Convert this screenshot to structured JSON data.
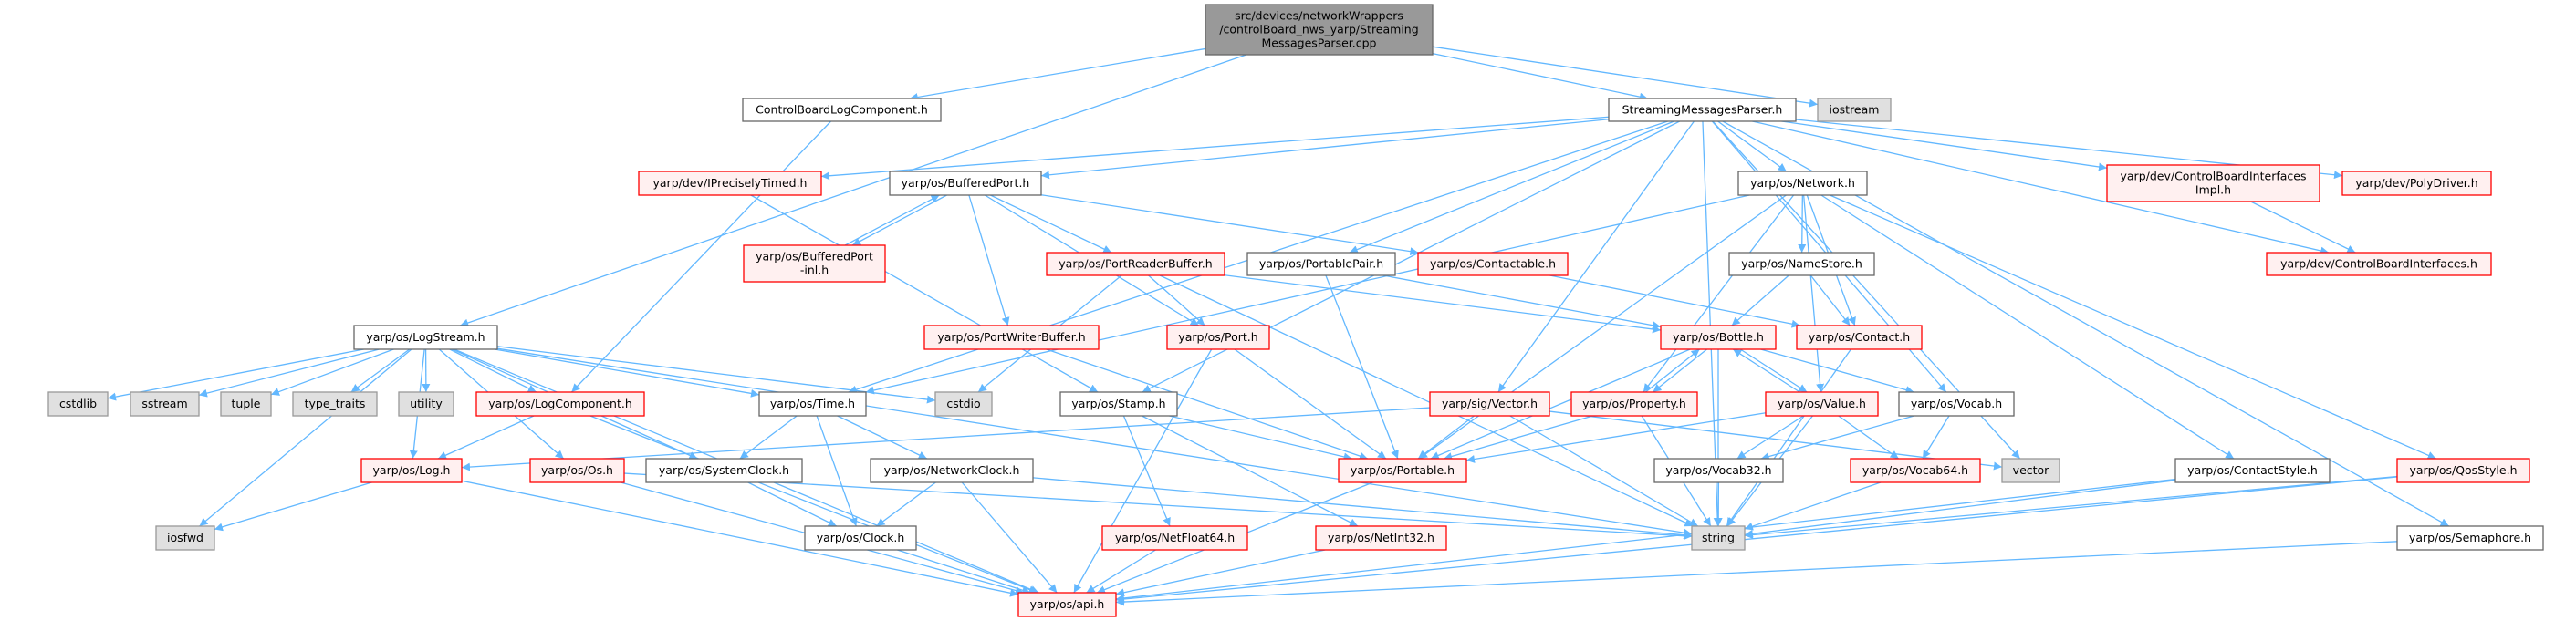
{
  "title": "src/devices/networkWrappers/controlBoard_nws_yarp/StreamingMessagesParser.cpp",
  "colors": {
    "edge": "#63B8FF",
    "root_fill": "#999999",
    "root_border": "#666666",
    "normal_fill": "#FFFFFF",
    "normal_border": "#666666",
    "red_fill": "#FFF0F0",
    "red_border": "#FF0000",
    "system_fill": "#E0E0E0",
    "system_border": "#999999"
  },
  "nodes": {
    "root": {
      "kind": "root",
      "lines": [
        "src/devices/networkWrappers",
        "/controlBoard_nws_yarp/Streaming",
        "MessagesParser.cpp"
      ]
    },
    "cblogcomp": {
      "kind": "normal",
      "lines": [
        "ControlBoardLogComponent.h"
      ]
    },
    "smp": {
      "kind": "normal",
      "lines": [
        "StreamingMessagesParser.h"
      ]
    },
    "iostream": {
      "kind": "system",
      "lines": [
        "iostream"
      ]
    },
    "iprecisely": {
      "kind": "red",
      "lines": [
        "yarp/dev/IPreciselyTimed.h"
      ]
    },
    "bufferedport": {
      "kind": "normal",
      "lines": [
        "yarp/os/BufferedPort.h"
      ]
    },
    "bufferedportinl": {
      "kind": "red",
      "lines": [
        "yarp/os/BufferedPort",
        "-inl.h"
      ]
    },
    "portreaderbuffer": {
      "kind": "red",
      "lines": [
        "yarp/os/PortReaderBuffer.h"
      ]
    },
    "portablepair": {
      "kind": "normal",
      "lines": [
        "yarp/os/PortablePair.h"
      ]
    },
    "contactable": {
      "kind": "red",
      "lines": [
        "yarp/os/Contactable.h"
      ]
    },
    "network": {
      "kind": "normal",
      "lines": [
        "yarp/os/Network.h"
      ]
    },
    "cbiimpl": {
      "kind": "red",
      "lines": [
        "yarp/dev/ControlBoardInterfaces",
        "Impl.h"
      ]
    },
    "polydriver": {
      "kind": "red",
      "lines": [
        "yarp/dev/PolyDriver.h"
      ]
    },
    "namestore": {
      "kind": "normal",
      "lines": [
        "yarp/os/NameStore.h"
      ]
    },
    "cbi": {
      "kind": "red",
      "lines": [
        "yarp/dev/ControlBoardInterfaces.h"
      ]
    },
    "logstream": {
      "kind": "normal",
      "lines": [
        "yarp/os/LogStream.h"
      ]
    },
    "cstdlib": {
      "kind": "system",
      "lines": [
        "cstdlib"
      ]
    },
    "sstream": {
      "kind": "system",
      "lines": [
        "sstream"
      ]
    },
    "tuple": {
      "kind": "system",
      "lines": [
        "tuple"
      ]
    },
    "type_traits": {
      "kind": "system",
      "lines": [
        "type_traits"
      ]
    },
    "utility": {
      "kind": "system",
      "lines": [
        "utility"
      ]
    },
    "logcomponent": {
      "kind": "red",
      "lines": [
        "yarp/os/LogComponent.h"
      ]
    },
    "portwriterbuffer": {
      "kind": "red",
      "lines": [
        "yarp/os/PortWriterBuffer.h"
      ]
    },
    "port": {
      "kind": "red",
      "lines": [
        "yarp/os/Port.h"
      ]
    },
    "bottle": {
      "kind": "red",
      "lines": [
        "yarp/os/Bottle.h"
      ]
    },
    "contact": {
      "kind": "red",
      "lines": [
        "yarp/os/Contact.h"
      ]
    },
    "time": {
      "kind": "normal",
      "lines": [
        "yarp/os/Time.h"
      ]
    },
    "cstdio": {
      "kind": "system",
      "lines": [
        "cstdio"
      ]
    },
    "stamp": {
      "kind": "normal",
      "lines": [
        "yarp/os/Stamp.h"
      ]
    },
    "sigvector": {
      "kind": "red",
      "lines": [
        "yarp/sig/Vector.h"
      ]
    },
    "property": {
      "kind": "red",
      "lines": [
        "yarp/os/Property.h"
      ]
    },
    "value": {
      "kind": "red",
      "lines": [
        "yarp/os/Value.h"
      ]
    },
    "vocab": {
      "kind": "normal",
      "lines": [
        "yarp/os/Vocab.h"
      ]
    },
    "log": {
      "kind": "red",
      "lines": [
        "yarp/os/Log.h"
      ]
    },
    "os": {
      "kind": "red",
      "lines": [
        "yarp/os/Os.h"
      ]
    },
    "systemclock": {
      "kind": "normal",
      "lines": [
        "yarp/os/SystemClock.h"
      ]
    },
    "networkclock": {
      "kind": "normal",
      "lines": [
        "yarp/os/NetworkClock.h"
      ]
    },
    "portable": {
      "kind": "red",
      "lines": [
        "yarp/os/Portable.h"
      ]
    },
    "vocab32": {
      "kind": "normal",
      "lines": [
        "yarp/os/Vocab32.h"
      ]
    },
    "vocab64": {
      "kind": "red",
      "lines": [
        "yarp/os/Vocab64.h"
      ]
    },
    "vector": {
      "kind": "system",
      "lines": [
        "vector"
      ]
    },
    "contactstyle": {
      "kind": "normal",
      "lines": [
        "yarp/os/ContactStyle.h"
      ]
    },
    "qosstyle": {
      "kind": "red",
      "lines": [
        "yarp/os/QosStyle.h"
      ]
    },
    "iosfwd": {
      "kind": "system",
      "lines": [
        "iosfwd"
      ]
    },
    "clock": {
      "kind": "normal",
      "lines": [
        "yarp/os/Clock.h"
      ]
    },
    "netfloat64": {
      "kind": "red",
      "lines": [
        "yarp/os/NetFloat64.h"
      ]
    },
    "netint32": {
      "kind": "red",
      "lines": [
        "yarp/os/NetInt32.h"
      ]
    },
    "string": {
      "kind": "system",
      "lines": [
        "string"
      ]
    },
    "semaphore": {
      "kind": "normal",
      "lines": [
        "yarp/os/Semaphore.h"
      ]
    },
    "api": {
      "kind": "red",
      "lines": [
        "yarp/os/api.h"
      ]
    }
  },
  "edges": [
    [
      "root",
      "cblogcomp"
    ],
    [
      "root",
      "smp"
    ],
    [
      "root",
      "iostream"
    ],
    [
      "root",
      "logstream"
    ],
    [
      "cblogcomp",
      "logcomponent"
    ],
    [
      "smp",
      "iprecisely"
    ],
    [
      "smp",
      "bufferedport"
    ],
    [
      "smp",
      "time"
    ],
    [
      "smp",
      "stamp"
    ],
    [
      "smp",
      "portablepair"
    ],
    [
      "smp",
      "network"
    ],
    [
      "smp",
      "sigvector"
    ],
    [
      "smp",
      "vocab"
    ],
    [
      "smp",
      "cbiimpl"
    ],
    [
      "smp",
      "cbi"
    ],
    [
      "smp",
      "polydriver"
    ],
    [
      "smp",
      "vector"
    ],
    [
      "smp",
      "string"
    ],
    [
      "smp",
      "semaphore"
    ],
    [
      "iprecisely",
      "stamp"
    ],
    [
      "bufferedport",
      "bufferedportinl"
    ],
    [
      "bufferedportinl",
      "bufferedport"
    ],
    [
      "bufferedport",
      "portreaderbuffer"
    ],
    [
      "bufferedport",
      "portwriterbuffer"
    ],
    [
      "bufferedport",
      "port"
    ],
    [
      "bufferedport",
      "contactable"
    ],
    [
      "portreaderbuffer",
      "port"
    ],
    [
      "portreaderbuffer",
      "bottle"
    ],
    [
      "portreaderbuffer",
      "cstdio"
    ],
    [
      "portreaderbuffer",
      "string"
    ],
    [
      "portwriterbuffer",
      "portable"
    ],
    [
      "contactable",
      "contact"
    ],
    [
      "portablepair",
      "portable"
    ],
    [
      "portablepair",
      "bottle"
    ],
    [
      "network",
      "time"
    ],
    [
      "network",
      "namestore"
    ],
    [
      "network",
      "contact"
    ],
    [
      "network",
      "portable"
    ],
    [
      "network",
      "property"
    ],
    [
      "network",
      "value"
    ],
    [
      "network",
      "contactstyle"
    ],
    [
      "network",
      "qosstyle"
    ],
    [
      "namestore",
      "bottle"
    ],
    [
      "namestore",
      "contact"
    ],
    [
      "cbiimpl",
      "cbi"
    ],
    [
      "logstream",
      "cstdlib"
    ],
    [
      "logstream",
      "sstream"
    ],
    [
      "logstream",
      "tuple"
    ],
    [
      "logstream",
      "type_traits"
    ],
    [
      "logstream",
      "utility"
    ],
    [
      "logstream",
      "logcomponent"
    ],
    [
      "logstream",
      "log"
    ],
    [
      "logstream",
      "iosfwd"
    ],
    [
      "logstream",
      "api"
    ],
    [
      "logstream",
      "time"
    ],
    [
      "logstream",
      "os"
    ],
    [
      "logstream",
      "systemclock"
    ],
    [
      "logstream",
      "cstdio"
    ],
    [
      "logstream",
      "string"
    ],
    [
      "logcomponent",
      "log"
    ],
    [
      "logcomponent",
      "api"
    ],
    [
      "log",
      "iosfwd"
    ],
    [
      "log",
      "api"
    ],
    [
      "os",
      "api"
    ],
    [
      "os",
      "string"
    ],
    [
      "time",
      "systemclock"
    ],
    [
      "time",
      "networkclock"
    ],
    [
      "time",
      "clock"
    ],
    [
      "systemclock",
      "clock"
    ],
    [
      "networkclock",
      "clock"
    ],
    [
      "networkclock",
      "api"
    ],
    [
      "networkclock",
      "string"
    ],
    [
      "clock",
      "api"
    ],
    [
      "stamp",
      "portable"
    ],
    [
      "stamp",
      "netfloat64"
    ],
    [
      "stamp",
      "netint32"
    ],
    [
      "port",
      "portable"
    ],
    [
      "port",
      "api"
    ],
    [
      "bottle",
      "property"
    ],
    [
      "bottle",
      "value"
    ],
    [
      "bottle",
      "vocab"
    ],
    [
      "bottle",
      "portable"
    ],
    [
      "bottle",
      "string"
    ],
    [
      "property",
      "bottle"
    ],
    [
      "property",
      "portable"
    ],
    [
      "property",
      "string"
    ],
    [
      "value",
      "bottle"
    ],
    [
      "value",
      "vocab32"
    ],
    [
      "value",
      "vocab64"
    ],
    [
      "value",
      "portable"
    ],
    [
      "value",
      "string"
    ],
    [
      "vocab",
      "vocab32"
    ],
    [
      "vocab",
      "vocab64"
    ],
    [
      "sigvector",
      "log"
    ],
    [
      "sigvector",
      "portable"
    ],
    [
      "sigvector",
      "string"
    ],
    [
      "sigvector",
      "vector"
    ],
    [
      "portable",
      "api"
    ],
    [
      "vocab32",
      "string"
    ],
    [
      "vocab64",
      "string"
    ],
    [
      "netfloat64",
      "api"
    ],
    [
      "netint32",
      "api"
    ],
    [
      "contact",
      "string"
    ],
    [
      "contactstyle",
      "string"
    ],
    [
      "contactstyle",
      "api"
    ],
    [
      "qosstyle",
      "string"
    ],
    [
      "qosstyle",
      "api"
    ],
    [
      "semaphore",
      "api"
    ]
  ]
}
